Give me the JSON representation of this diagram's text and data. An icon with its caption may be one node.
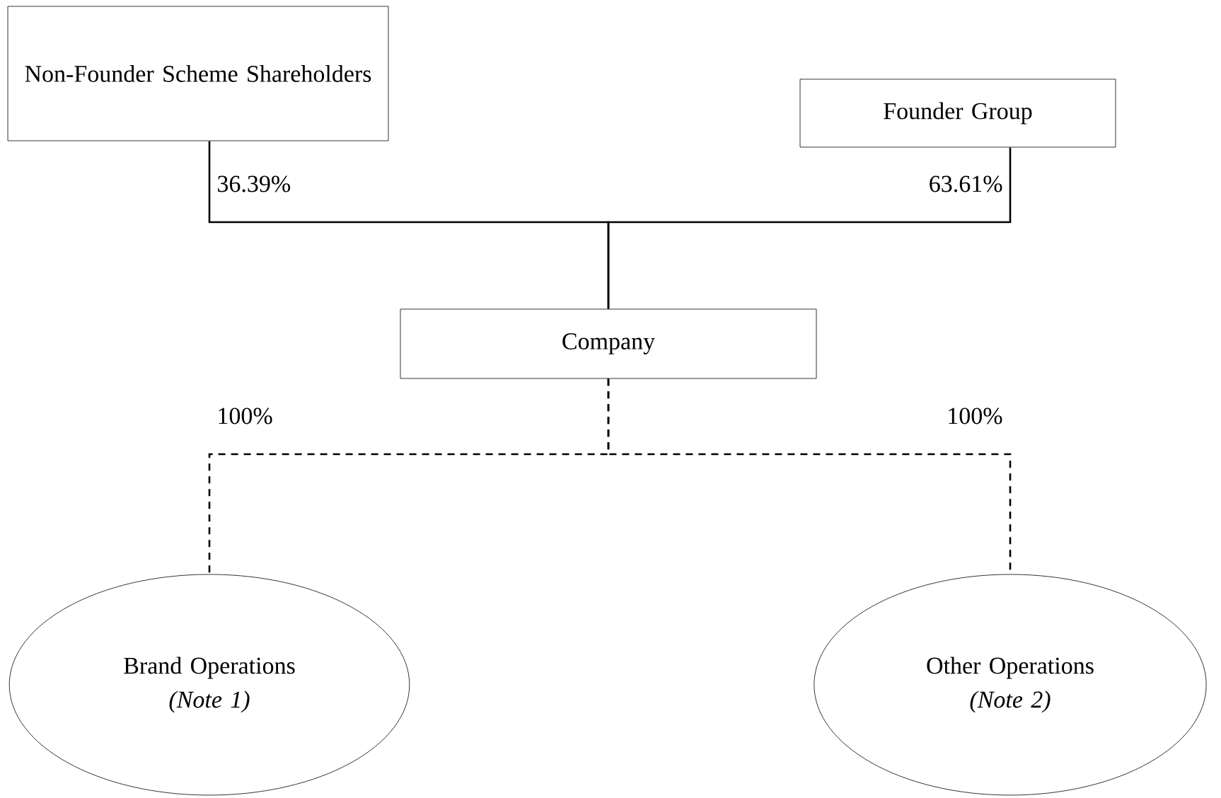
{
  "diagram": {
    "nodes": [
      {
        "text": [
          "Non-Founder Scheme Shareholders"
        ]
      },
      {
        "text": [
          "Founder Group"
        ]
      },
      {
        "text": [
          "Company"
        ]
      },
      {
        "text": [
          "Brand Operations",
          "(Note 1)"
        ]
      },
      {
        "text": [
          "Other Operations",
          "(Note 2)"
        ]
      }
    ],
    "edges": [
      {
        "from": 0,
        "to": 2,
        "arrow": "none",
        "label": "36.39%"
      },
      {
        "from": 1,
        "to": 2,
        "arrow": "none",
        "label": "63.61%"
      },
      {
        "from": 2,
        "to": 3,
        "arrow": "none",
        "label": "100%",
        "style": "dashed"
      },
      {
        "from": 2,
        "to": 4,
        "arrow": "none",
        "label": "100%",
        "style": "dashed"
      }
    ]
  }
}
